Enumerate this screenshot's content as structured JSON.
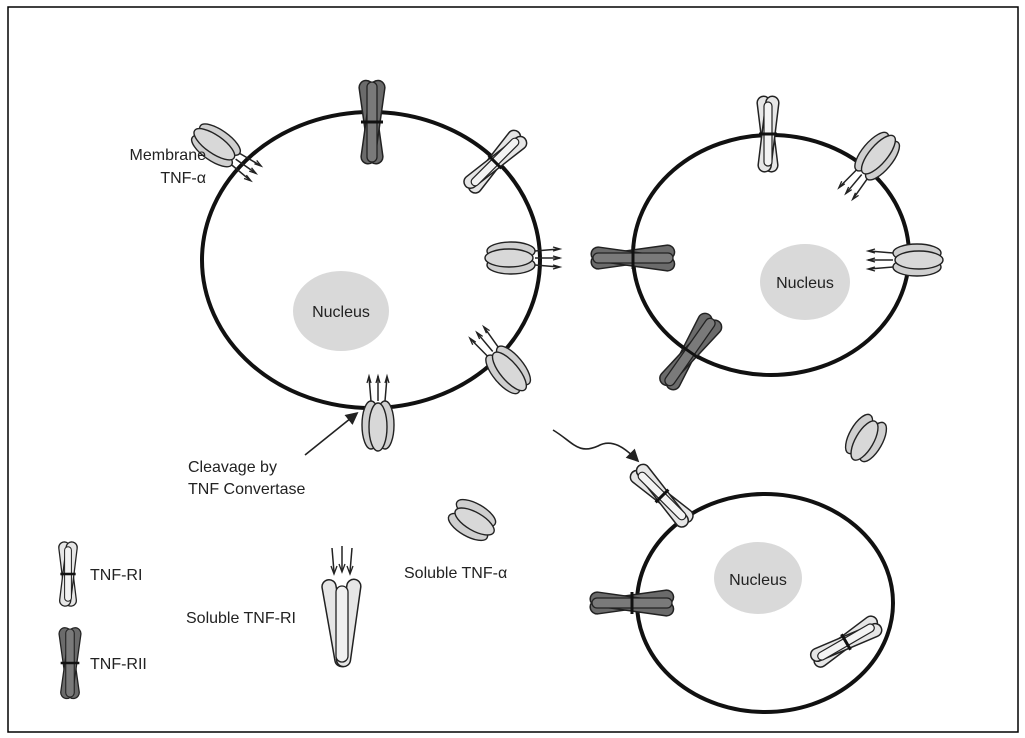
{
  "labels": {
    "membrane_line1": "Membrane",
    "membrane_line2": "TNF-α",
    "nucleus_1": "Nucleus",
    "nucleus_2": "Nucleus",
    "nucleus_3": "Nucleus",
    "cleavage_line1": "Cleavage by",
    "cleavage_line2": "TNF Convertase",
    "soluble_tnf_alpha": "Soluble TNF-α",
    "soluble_tnf_ri": "Soluble TNF-RI"
  },
  "legend": [
    {
      "label": "TNF-RI",
      "icon": "tnf-ri-icon"
    },
    {
      "label": "TNF-RII",
      "icon": "tnf-rii-icon"
    }
  ],
  "colors": {
    "tnf_ri_fill": "#e6e6e6",
    "tnf_rii_fill": "#6b6b6b",
    "tnf_alpha_fill": "#cfcfcf",
    "nucleus_fill": "#d9d9d9",
    "outline": "#222222",
    "border": "#000000"
  }
}
